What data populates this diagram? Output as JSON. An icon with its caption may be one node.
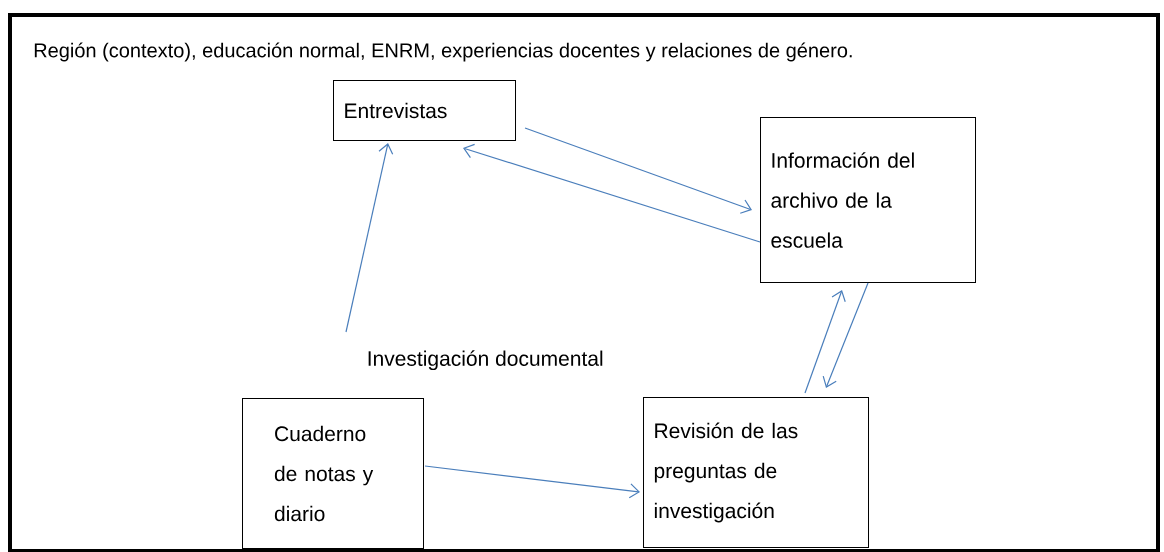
{
  "diagram": {
    "nodes": [
      {
        "text": [
          "Región (contexto), educación normal, ENRM, experiencias docentes y relaciones de género."
        ]
      },
      {
        "text": [
          "Entrevistas"
        ],
        "in": 0
      },
      {
        "text": [
          "Información del archivo de la escuela"
        ],
        "in": 0
      },
      {
        "text": [
          "Investigación documental"
        ],
        "in": 0
      },
      {
        "text": [
          "Cuaderno de notas y diario"
        ],
        "in": 0
      },
      {
        "text": [
          "Revisión de las preguntas de investigación"
        ],
        "in": 0
      }
    ],
    "edges": [
      {
        "from": 1,
        "to": 2,
        "arrow": "to"
      },
      {
        "from": 2,
        "to": 1,
        "arrow": "to"
      },
      {
        "from": 3,
        "to": 1,
        "arrow": "to"
      },
      {
        "from": 5,
        "to": 2,
        "arrow": "to"
      },
      {
        "from": 2,
        "to": 5,
        "arrow": "to"
      },
      {
        "from": 4,
        "to": 5,
        "arrow": "to"
      }
    ]
  }
}
